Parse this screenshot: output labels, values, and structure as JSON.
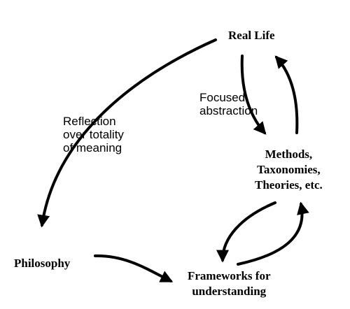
{
  "nodes": {
    "real_life": "Real Life",
    "methods": "Methods,\nTaxonomies,\nTheories, etc.",
    "philosophy": "Philosophy",
    "frameworks": "Frameworks for\nunderstanding"
  },
  "edge_labels": {
    "focused_abstraction": "Focused\nabstraction",
    "reflection": "Reflection\nover totality\nof meaning"
  },
  "colors": {
    "stroke": "#000000",
    "background": "#ffffff"
  }
}
